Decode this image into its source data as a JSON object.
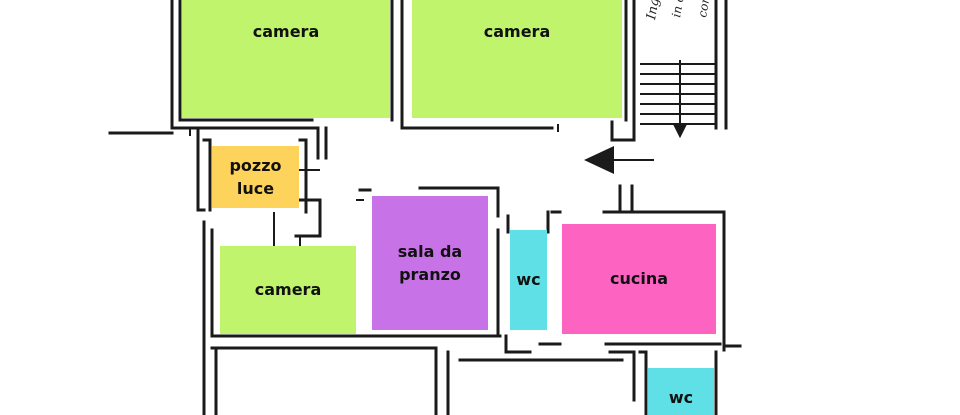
{
  "rooms": [
    {
      "id": "camera-top-left",
      "label": "camera",
      "color": "#c1f46d"
    },
    {
      "id": "camera-top-right",
      "label": "camera",
      "color": "#c1f46d"
    },
    {
      "id": "pozzo-luce",
      "label": "pozzo\nluce",
      "color": "#fdd35b"
    },
    {
      "id": "camera-bottom",
      "label": "camera",
      "color": "#c1f46d"
    },
    {
      "id": "sala-da-pranzo",
      "label": "sala da\npranzo",
      "color": "#c772e6"
    },
    {
      "id": "wc-small",
      "label": "wc",
      "color": "#5ee0e6"
    },
    {
      "id": "cucina",
      "label": "cucina",
      "color": "#fd64c2"
    },
    {
      "id": "wc-bottom",
      "label": "wc",
      "color": "#5ee0e6"
    }
  ],
  "colors": {
    "wall": "#1a1a1a",
    "camera": "#c1f46d",
    "pozzo_luce": "#fdd35b",
    "sala_da_pranzo": "#c772e6",
    "wc": "#5ee0e6",
    "cucina": "#fd64c2"
  },
  "icons": [
    "entrance-arrow-icon",
    "stairs-icon"
  ]
}
